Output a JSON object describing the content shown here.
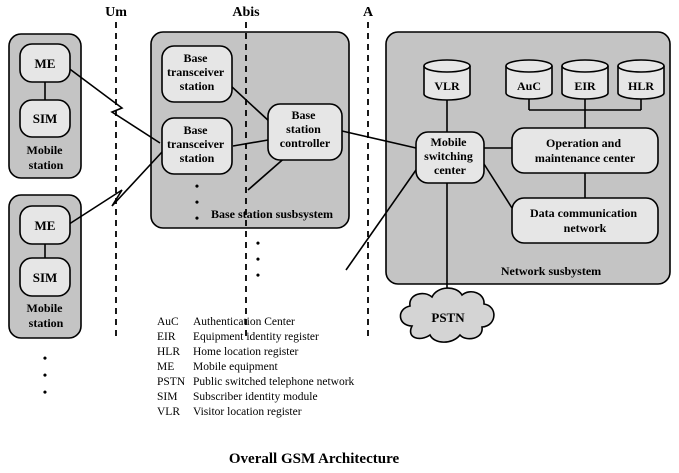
{
  "interfaces": {
    "um": "Um",
    "abis": "Abis",
    "a": "A"
  },
  "mobile_station_1": {
    "me": "ME",
    "sim": "SIM",
    "label": [
      "Mobile",
      "station"
    ]
  },
  "mobile_station_2": {
    "me": "ME",
    "sim": "SIM",
    "label": [
      "Mobile",
      "station"
    ]
  },
  "bts_1": [
    "Base",
    "transceiver",
    "station"
  ],
  "bts_2": [
    "Base",
    "transceiver",
    "station"
  ],
  "bsc": [
    "Base",
    "station",
    "controller"
  ],
  "bss_label": "Base station susbsystem",
  "msc": [
    "Mobile",
    "switching",
    "center"
  ],
  "vlr": "VLR",
  "auc": "AuC",
  "eir": "EIR",
  "hlr": "HLR",
  "omc": [
    "Operation and",
    "maintenance center"
  ],
  "dcn": [
    "Data communication",
    "network"
  ],
  "nss_label": "Network susbystem",
  "pstn": "PSTN",
  "ellipsis": "•",
  "legend": [
    {
      "abbr": "AuC",
      "desc": "Authentication Center"
    },
    {
      "abbr": "EIR",
      "desc": "Equipment identity register"
    },
    {
      "abbr": "HLR",
      "desc": "Home location register"
    },
    {
      "abbr": "ME",
      "desc": "Mobile equipment"
    },
    {
      "abbr": "PSTN",
      "desc": "Public switched telephone network"
    },
    {
      "abbr": "SIM",
      "desc": "Subscriber identity module"
    },
    {
      "abbr": "VLR",
      "desc": "Visitor location register"
    }
  ],
  "title": "Overall GSM Architecture"
}
